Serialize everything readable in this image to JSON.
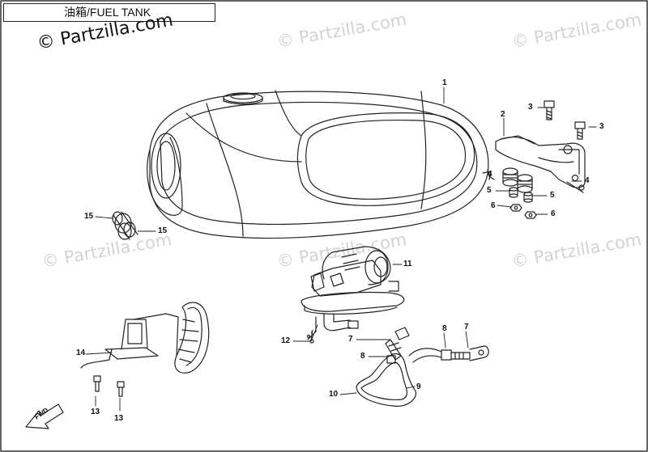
{
  "title": "油箱/FUEL TANK",
  "watermark": {
    "main": "© Partzilla.com",
    "faint": "© Partzilla.com"
  },
  "fwd_label": "FWD",
  "callouts": [
    "1",
    "2",
    "3",
    "3",
    "4",
    "4",
    "5",
    "5",
    "6",
    "6",
    "7",
    "7",
    "8",
    "8",
    "9",
    "10",
    "11",
    "12",
    "13",
    "13",
    "14",
    "15",
    "15"
  ],
  "colors": {
    "line": "#222222",
    "watermark": "#d3d3d3",
    "background": "#ffffff"
  }
}
